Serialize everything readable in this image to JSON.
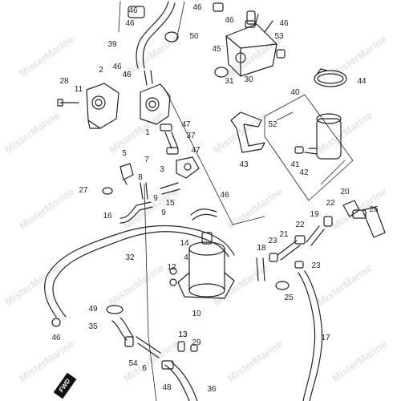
{
  "watermark_text": "MisterMarine",
  "fwd_badge": "FWD",
  "colors": {
    "line": "#222222",
    "watermark": "#cfcfcf",
    "badge": "#111111"
  },
  "part_labels": [
    "46",
    "46",
    "46",
    "46",
    "46",
    "50",
    "53",
    "39",
    "45",
    "31",
    "30",
    "46",
    "46",
    "2",
    "28",
    "11",
    "44",
    "40",
    "1",
    "47",
    "37",
    "47",
    "52",
    "5",
    "7",
    "8",
    "3",
    "43",
    "41",
    "42",
    "27",
    "15",
    "9",
    "9",
    "46",
    "16",
    "22",
    "20",
    "19",
    "26",
    "14",
    "21",
    "23",
    "32",
    "18",
    "22",
    "12",
    "4",
    "23",
    "13",
    "25",
    "49",
    "10",
    "46",
    "35",
    "17",
    "13",
    "29",
    "54",
    "6",
    "48",
    "36"
  ]
}
